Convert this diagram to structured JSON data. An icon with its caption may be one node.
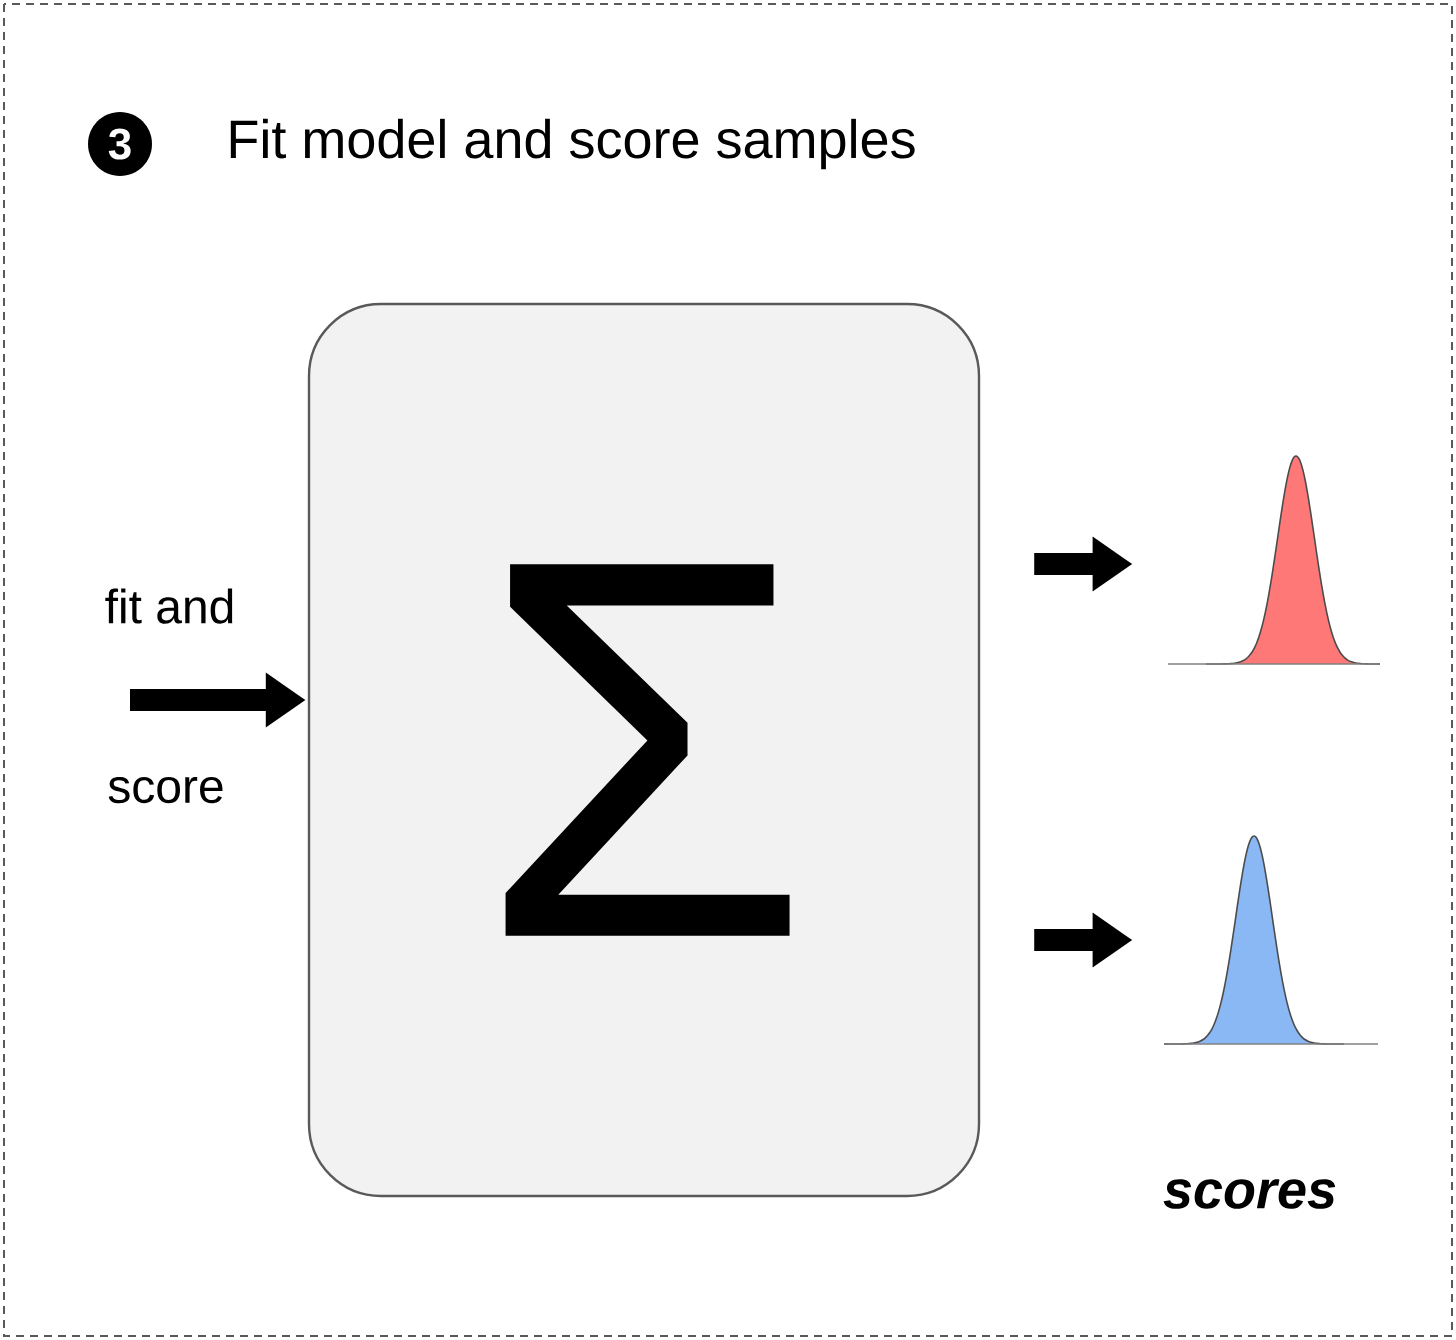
{
  "diagram": {
    "title": "Fit model and score samples",
    "nodes": [
      {
        "text": [
          "Σ"
        ]
      },
      {
        "text": [],
        "shape": "picture"
      },
      {
        "text": [],
        "shape": "picture"
      }
    ],
    "edges": [
      {
        "from": null,
        "to": 0,
        "arrow": "to"
      },
      {
        "from": 0,
        "to": 1,
        "arrow": "to"
      },
      {
        "from": 0,
        "to": 2,
        "arrow": "to"
      }
    ],
    "labels": [
      "3",
      "fit and",
      "score",
      "scores"
    ]
  }
}
